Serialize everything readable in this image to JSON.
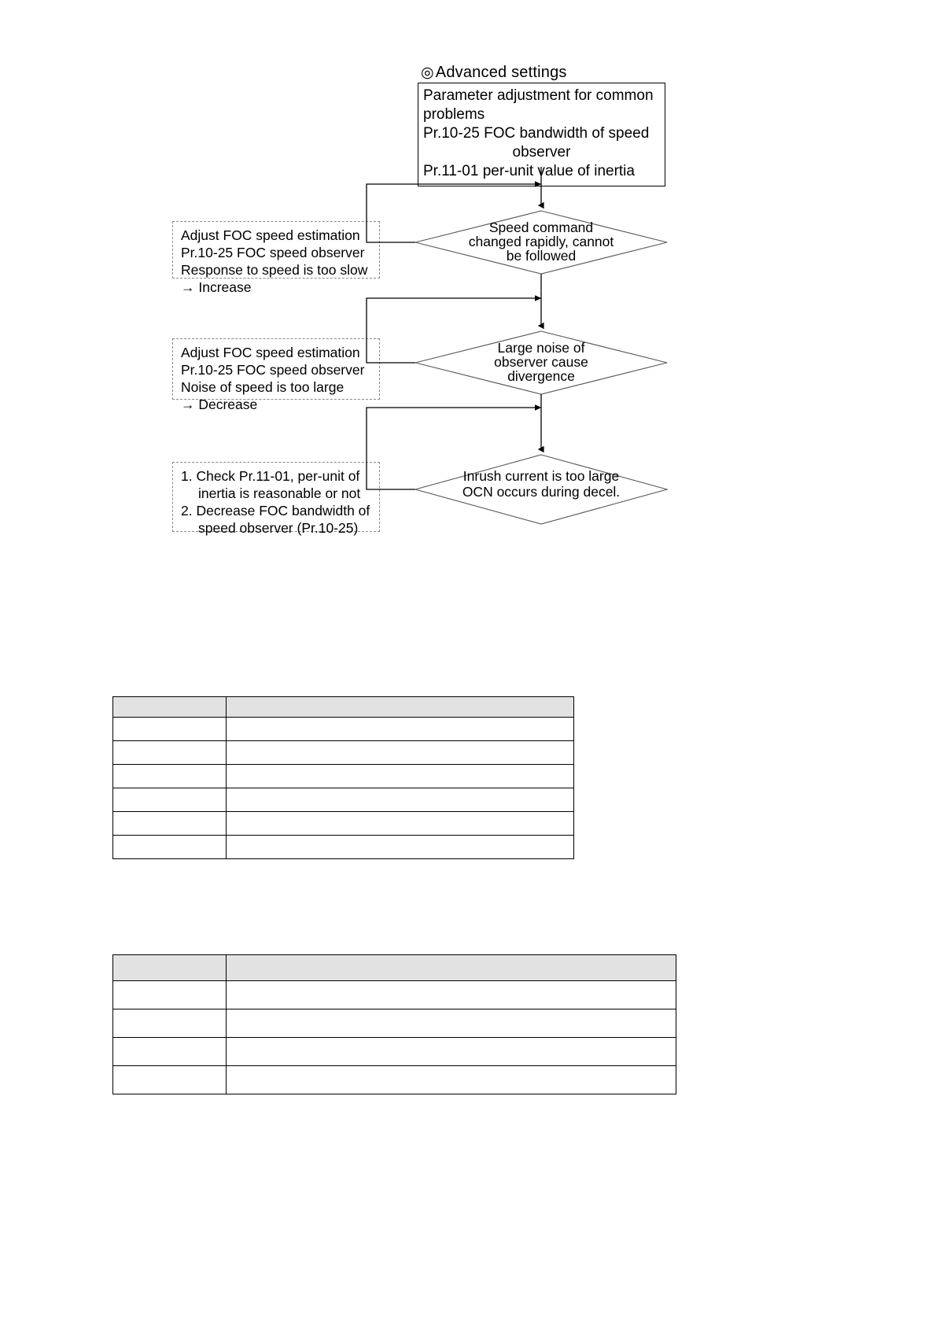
{
  "page": {
    "heading": {
      "bullet": "◎",
      "text": "Advanced settings"
    }
  },
  "top_box": {
    "lines": [
      "Parameter adjustment for common",
      "problems",
      "Pr.10-25 FOC bandwidth of speed",
      "observer",
      "Pr.11-01 per-unit value of inertia"
    ]
  },
  "decisions": [
    {
      "id": "speed-command",
      "lines": [
        "Speed command",
        "changed rapidly, cannot",
        "be followed"
      ]
    },
    {
      "id": "large-noise",
      "lines": [
        "Large noise of",
        "observer cause",
        "divergence"
      ]
    },
    {
      "id": "inrush-current",
      "lines": [
        "Inrush current is too large",
        "OCN occurs during decel."
      ]
    }
  ],
  "actions": [
    {
      "id": "increase-bandwidth",
      "lines": [
        "Adjust FOC speed estimation",
        "Pr.10-25 FOC speed observer",
        "Response to speed is too slow",
        "→ Increase"
      ]
    },
    {
      "id": "decrease-bandwidth",
      "lines": [
        "Adjust FOC speed estimation",
        "Pr.10-25 FOC speed observer",
        "Noise of speed is too large",
        "→ Decrease"
      ]
    },
    {
      "id": "check-inertia",
      "lines": [
        "1. Check Pr.11-01, per-unit of",
        "inertia is reasonable or not",
        "2. Decrease FOC bandwidth of",
        "speed observer (Pr.10-25)"
      ]
    }
  ],
  "tables": [
    {
      "id": "table-upper",
      "header": [
        "",
        ""
      ],
      "rows": [
        [
          "",
          ""
        ],
        [
          "",
          ""
        ],
        [
          "",
          ""
        ],
        [
          "",
          ""
        ],
        [
          "",
          ""
        ],
        [
          "",
          ""
        ]
      ]
    },
    {
      "id": "table-lower",
      "header": [
        "",
        ""
      ],
      "rows": [
        [
          "",
          ""
        ],
        [
          "",
          ""
        ],
        [
          "",
          ""
        ],
        [
          "",
          ""
        ]
      ]
    }
  ],
  "colors": {
    "table_header_bg": "#e2e2e2",
    "line": "#000000",
    "dashed_border": "#8a8a8a"
  }
}
